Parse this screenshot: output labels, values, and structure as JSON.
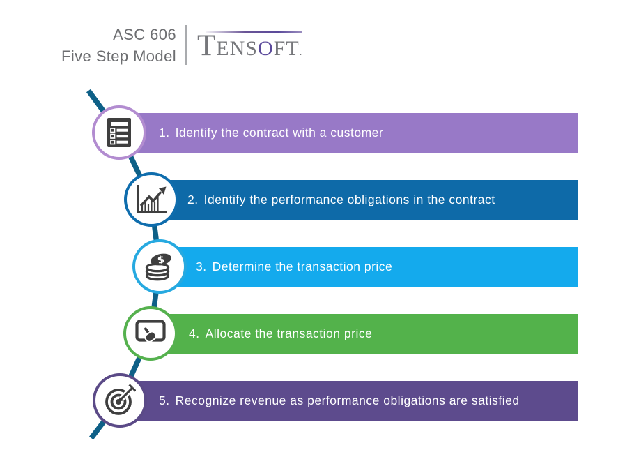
{
  "header": {
    "title_line1": "ASC 606",
    "title_line2": "Five Step Model",
    "logo": {
      "part1": "T",
      "part2": "ENS",
      "o": "O",
      "part3": "FT",
      "mark": "."
    }
  },
  "steps": [
    {
      "number": "1.",
      "label": "Identify the contract with a customer",
      "bar_color": "#9879c7",
      "circle_border_color": "#b28cd0",
      "icon": "checklist-icon"
    },
    {
      "number": "2.",
      "label": "Identify the performance obligations in the contract",
      "bar_color": "#0e6aa8",
      "circle_border_color": "#0f6dad",
      "icon": "growth-chart-icon"
    },
    {
      "number": "3.",
      "label": "Determine the transaction price",
      "bar_color": "#14aaed",
      "circle_border_color": "#26a9e0",
      "icon": "coins-icon"
    },
    {
      "number": "4.",
      "label": "Allocate the transaction price",
      "bar_color": "#53b24b",
      "circle_border_color": "#55b14e",
      "icon": "touch-icon"
    },
    {
      "number": "5.",
      "label": "Recognize revenue as performance obligations are satisfied",
      "bar_color": "#5d4b8d",
      "circle_border_color": "#5b4a87",
      "icon": "target-icon"
    }
  ],
  "colors": {
    "connector_line": "#0e6087",
    "icon_glyph": "#3f3f3f",
    "title_text": "#6d6e71",
    "divider": "#a9abae",
    "logo_gray": "#76777b",
    "logo_purple": "#5b4a9b",
    "bar_text": "#ffffff"
  }
}
